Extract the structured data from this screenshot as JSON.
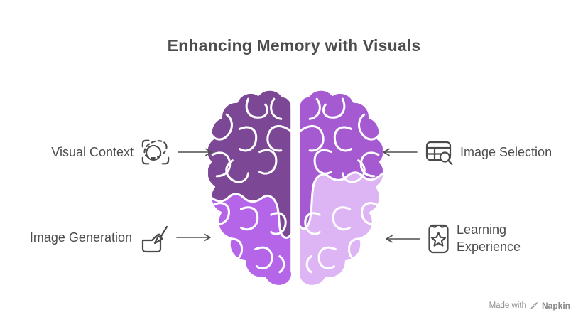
{
  "title": "Enhancing Memory with Visuals",
  "callouts": [
    {
      "label": "Visual Context",
      "side": "left",
      "row": "top",
      "icon": "scan-icon",
      "arrow": "right"
    },
    {
      "label": "Image Generation",
      "side": "left",
      "row": "bottom",
      "icon": "paintbrush-hand-icon",
      "arrow": "right"
    },
    {
      "label": "Image Selection",
      "side": "right",
      "row": "top",
      "icon": "table-search-icon",
      "arrow": "left"
    },
    {
      "label": "Learning Experience",
      "side": "right",
      "row": "bottom",
      "icon": "card-star-icon",
      "arrow": "left"
    }
  ],
  "brain": {
    "type": "four-quadrant brain illustration, top view",
    "colors": {
      "top_left": "#7c4795",
      "bottom_left": "#b566e8",
      "top_right": "#a55ad2",
      "bottom_right": "#ddb4f4",
      "outline": "#ffffff"
    }
  },
  "watermark": {
    "made_with": "Made with",
    "brand": "Napkin"
  },
  "text_colors": {
    "title": "#4d4d4f",
    "labels": "#4c4c4e",
    "watermark": "#8e8e8e"
  }
}
